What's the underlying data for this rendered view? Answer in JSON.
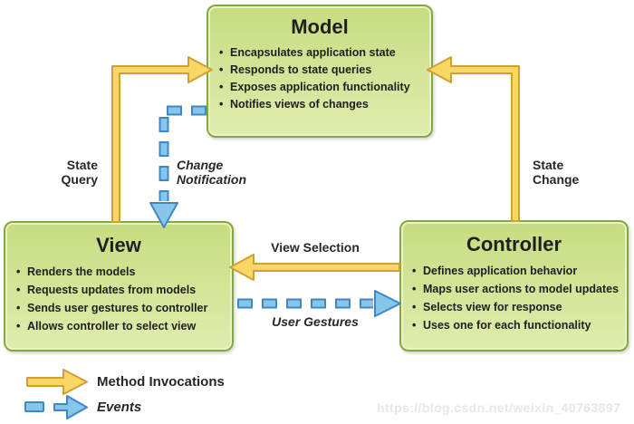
{
  "colors": {
    "box_border": "#83a93e",
    "box_fill_top": "#c7dc80",
    "box_fill_bottom": "#e0ecae",
    "box_highlight": "#e9f3c4",
    "arrow_yellow_fill": "#f8d764",
    "arrow_yellow_stroke": "#d29f35",
    "arrow_blue_fill": "#85c6ea",
    "arrow_blue_stroke": "#3f88c5",
    "text": "#1f1f1f",
    "watermark": "#e7e7e7"
  },
  "boxes": {
    "model": {
      "title": "Model",
      "bullets": [
        "Encapsulates application state",
        "Responds to state queries",
        "Exposes application functionality",
        "Notifies views of changes"
      ]
    },
    "view": {
      "title": "View",
      "bullets": [
        "Renders the models",
        "Requests updates from models",
        "Sends user gestures to controller",
        "Allows controller to select view"
      ]
    },
    "controller": {
      "title": "Controller",
      "bullets": [
        "Defines application behavior",
        "Maps user actions to model updates",
        "Selects view for response",
        "Uses one for each functionality"
      ]
    }
  },
  "arrow_labels": {
    "state_query": "State\nQuery",
    "change_notification": "Change\nNotification",
    "state_change": "State\nChange",
    "view_selection": "View Selection",
    "user_gestures": "User Gestures"
  },
  "legend": {
    "method_invocations": "Method Invocations",
    "events": "Events"
  },
  "watermark": "https://blog.csdn.net/weixin_40763897"
}
